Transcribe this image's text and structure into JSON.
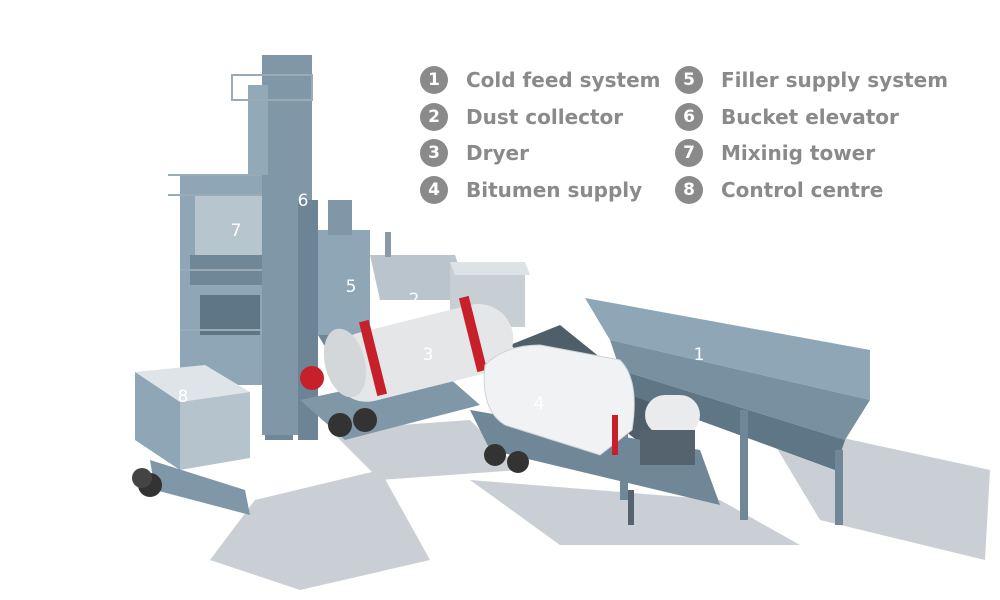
{
  "legend": {
    "items": [
      {
        "num": "1",
        "label": "Cold feed system"
      },
      {
        "num": "2",
        "label": "Dust collector"
      },
      {
        "num": "3",
        "label": "Dryer"
      },
      {
        "num": "4",
        "label": "Bitumen supply"
      },
      {
        "num": "5",
        "label": "Filler supply system"
      },
      {
        "num": "6",
        "label": "Bucket elevator"
      },
      {
        "num": "7",
        "label": "Mixinig tower"
      },
      {
        "num": "8",
        "label": "Control centre"
      }
    ]
  },
  "markers": {
    "cold_feed": "1",
    "dust_collector": "2",
    "dryer": "3",
    "bitumen": "4",
    "filler": "5",
    "elevator": "6",
    "mixing_tower": "7",
    "control_centre": "8"
  },
  "colors": {
    "steel": "#7f97a7",
    "steel_dark": "#5f7686",
    "steel_light": "#a9bcc8",
    "shadow": "#c9cfd4",
    "drum": "#e4e6e8",
    "red_ring": "#c8202a",
    "legend_text": "#8a8a8a"
  }
}
